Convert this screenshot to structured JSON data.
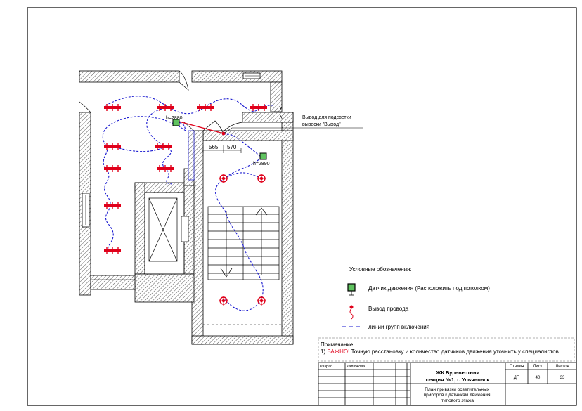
{
  "callouts": {
    "exit_sign_outlet": [
      "Вывод для подсветки",
      "вывески \"Выход\""
    ],
    "sensor_height_1": "h=2880",
    "sensor_height_2": "h=2890",
    "dim_1": "565",
    "dim_2": "570"
  },
  "legend": {
    "title": "Условные обозначения:",
    "items": [
      {
        "icon": "motion-sensor-icon",
        "label": "Датчик движения (Расположить под потолком)"
      },
      {
        "icon": "wire-outlet-icon",
        "label": "Вывод провода"
      },
      {
        "icon": "dashed-line-icon",
        "label": "линии групп включения"
      }
    ]
  },
  "note": {
    "heading": "Примечание",
    "prefix": "1) ",
    "warning": "ВАЖНО!",
    "text": " Точную расстановку и количество датчиков движения уточнить у специалистов"
  },
  "title_block": {
    "developed_label": "Разраб.",
    "developer_name": "Калюжова",
    "project_name": "ЖК Буревестник",
    "project_location": "секция №1, г. Ульяновск",
    "drawing_title": [
      "План привязки осветительных",
      "приборов к датчикам движения",
      "типового этажа"
    ],
    "stage_label": "Стадия",
    "sheet_label": "Лист",
    "sheets_label": "Листов",
    "stage_value": "ДП",
    "sheet_value": "40",
    "sheets_value": "33"
  },
  "colors": {
    "wire": "#1a1ad0",
    "fixture": "#e0001a",
    "sensor": "#5fc35f",
    "warning": "#e0001a"
  }
}
